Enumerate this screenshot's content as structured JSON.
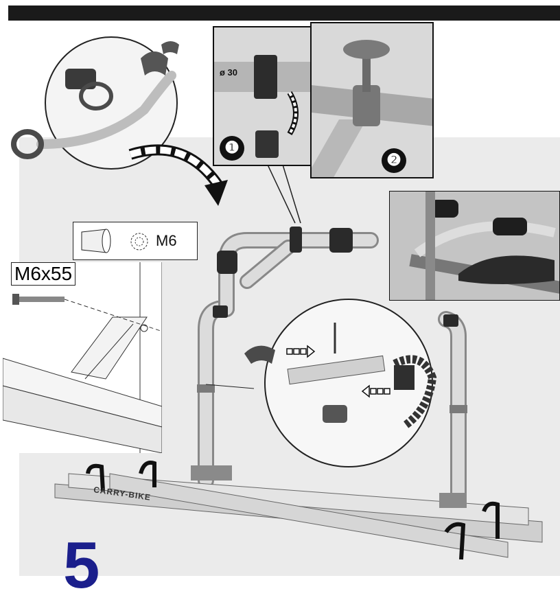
{
  "labels": {
    "diameter": "ø 30",
    "nut": "M6",
    "bolt": "M6x55",
    "brand": "CARRY-BIKE",
    "step_one": "❶",
    "step_two": "❷",
    "step_number": "5"
  },
  "colors": {
    "header_bar": "#1a1a1a",
    "step_number": "#1b1f8c",
    "background_panel": "#ebebeb",
    "tube": "#c8c8c8",
    "clamp": "#2a2a2a"
  },
  "icons": [
    "curved-arrow-icon",
    "rotate-arrow-icon",
    "dashed-arrow-icon"
  ]
}
